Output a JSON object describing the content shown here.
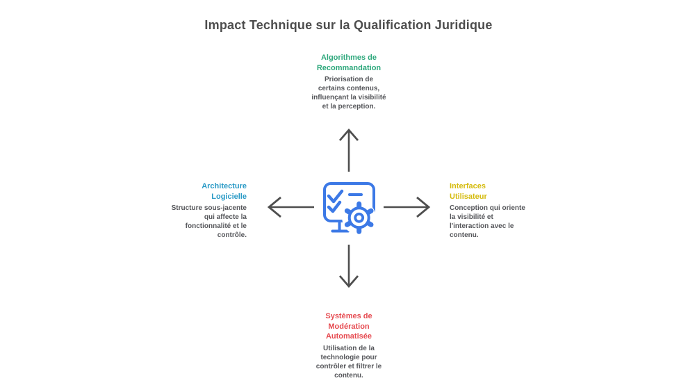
{
  "title": "Impact Technique sur la Qualification Juridique",
  "colors": {
    "title_gray": "#4D4D4D",
    "description_gray": "#55565A",
    "arrow_gray": "#4E4E4E",
    "icon_blue": "#3C79E6"
  },
  "center": {
    "icon": "monitor-checklist-gear-icon"
  },
  "arrows": {
    "up": "arrow-up-icon",
    "down": "arrow-down-icon",
    "left": "arrow-left-icon",
    "right": "arrow-right-icon"
  },
  "nodes": {
    "top": {
      "color": "#2EA87C",
      "title": "Algorithmes de Recommandation",
      "title_lines": [
        "Algorithmes de",
        "Recommandation"
      ],
      "desc": "Priorisation de certains contenus, influençant la visibilité et la perception.",
      "desc_lines": [
        "Priorisation de",
        "certains contenus,",
        "influençant la visibilité",
        "et la perception."
      ]
    },
    "left": {
      "color": "#2A9AC6",
      "title": "Architecture Logicielle",
      "title_lines": [
        "Architecture",
        "Logicielle"
      ],
      "desc": "Structure sous-jacente qui affecte la fonctionnalité et le contrôle.",
      "desc_lines": [
        "Structure sous-jacente",
        "qui affecte la",
        "fonctionnalité et le",
        "contrôle."
      ]
    },
    "right": {
      "color": "#D5BB0E",
      "title": "Interfaces Utilisateur",
      "title_lines": [
        "Interfaces",
        "Utilisateur"
      ],
      "desc": "Conception qui oriente la visibilité et l'interaction avec le contenu.",
      "desc_lines": [
        "Conception qui oriente",
        "la visibilité et",
        "l'interaction avec le",
        "contenu."
      ]
    },
    "bottom": {
      "color": "#E64A50",
      "title": "Systèmes de Modération Automatisée",
      "title_lines": [
        "Systèmes de",
        "Modération",
        "Automatisée"
      ],
      "desc": "Utilisation de la technologie pour contrôler et filtrer le contenu.",
      "desc_lines": [
        "Utilisation de la",
        "technologie pour",
        "contrôler et filtrer le",
        "contenu."
      ]
    }
  }
}
